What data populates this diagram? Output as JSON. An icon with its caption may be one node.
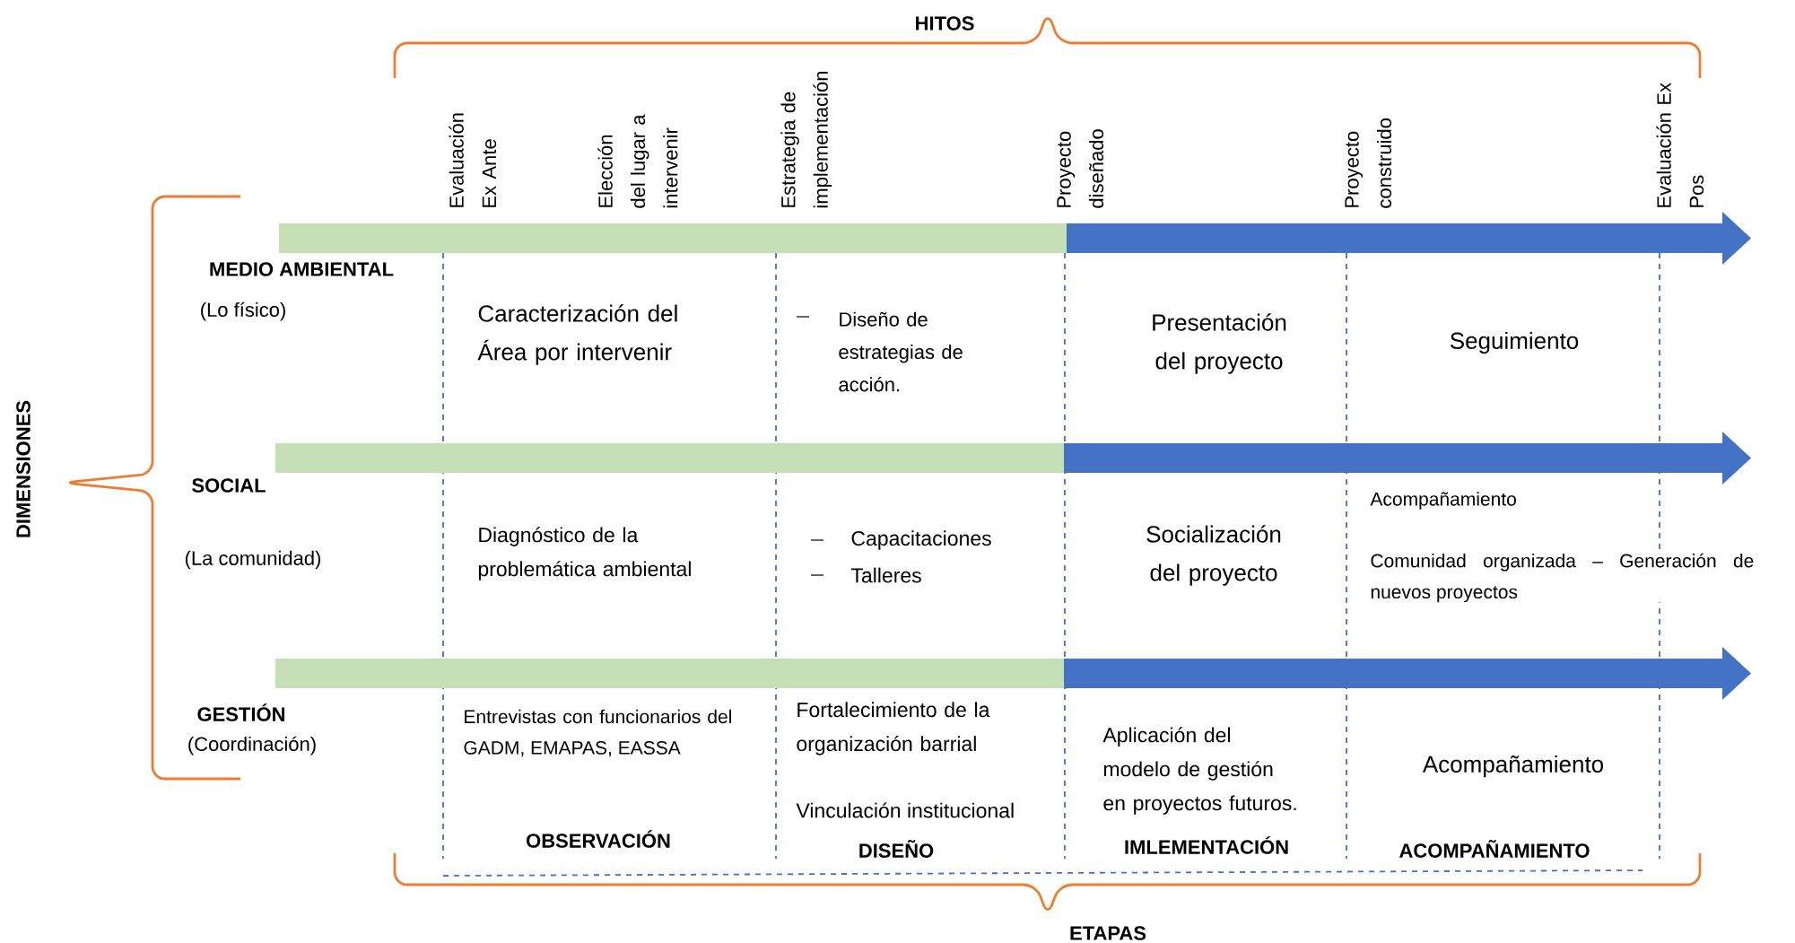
{
  "diagram": {
    "labels": [
      "HITOS",
      "Evaluación Ex Ante",
      "Elección del lugar a intervenir",
      "Estrategia de implementación",
      "Proyecto diseñado",
      "Proyecto construido",
      "Evaluación Ex Pos",
      "DIMENSIONES",
      "MEDIO AMBIENTAL",
      "(Lo físico)",
      "Caracterización del Área por intervenir",
      "Diseño de estrategias de acción.",
      "Presentación del proyecto",
      "Seguimiento",
      "SOCIAL",
      "(La comunidad)",
      "Diagnóstico de la problemática ambiental",
      "Capacitaciones",
      "Talleres",
      "Socialización del proyecto",
      "Acompañamiento",
      "Comunidad organizada – Generación de nuevos proyectos",
      "GESTIÓN",
      "(Coordinación)",
      "Entrevistas con funcionarios del GADM, EMAPAS, EASSA",
      "Fortalecimiento de la organización barrial",
      "Vinculación institucional",
      "Aplicación del modelo de gestión en proyectos futuros.",
      "Acompañamiento",
      "OBSERVACIÓN",
      "DISEÑO",
      "IMLEMENTACIÓN",
      "ACOMPAÑAMIENTO",
      "ETAPAS"
    ]
  }
}
